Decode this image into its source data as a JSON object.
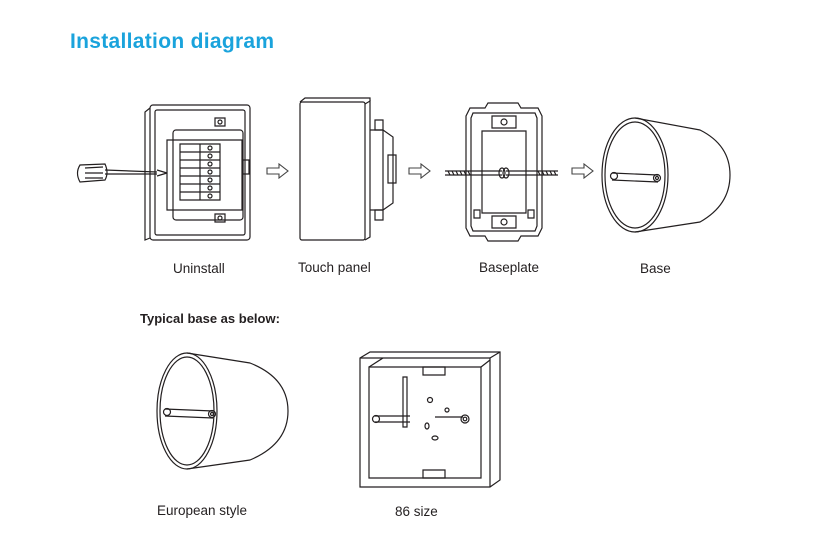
{
  "title": "Installation diagram",
  "steps": [
    {
      "label": "Uninstall"
    },
    {
      "label": "Touch panel"
    },
    {
      "label": "Baseplate"
    },
    {
      "label": "Base"
    }
  ],
  "typical": {
    "heading": "Typical base as below:",
    "items": [
      {
        "label": "European style"
      },
      {
        "label": "86 size"
      }
    ]
  },
  "colors": {
    "title": "#1aa3dc",
    "line": "#231f20",
    "arrow": "#444444"
  }
}
